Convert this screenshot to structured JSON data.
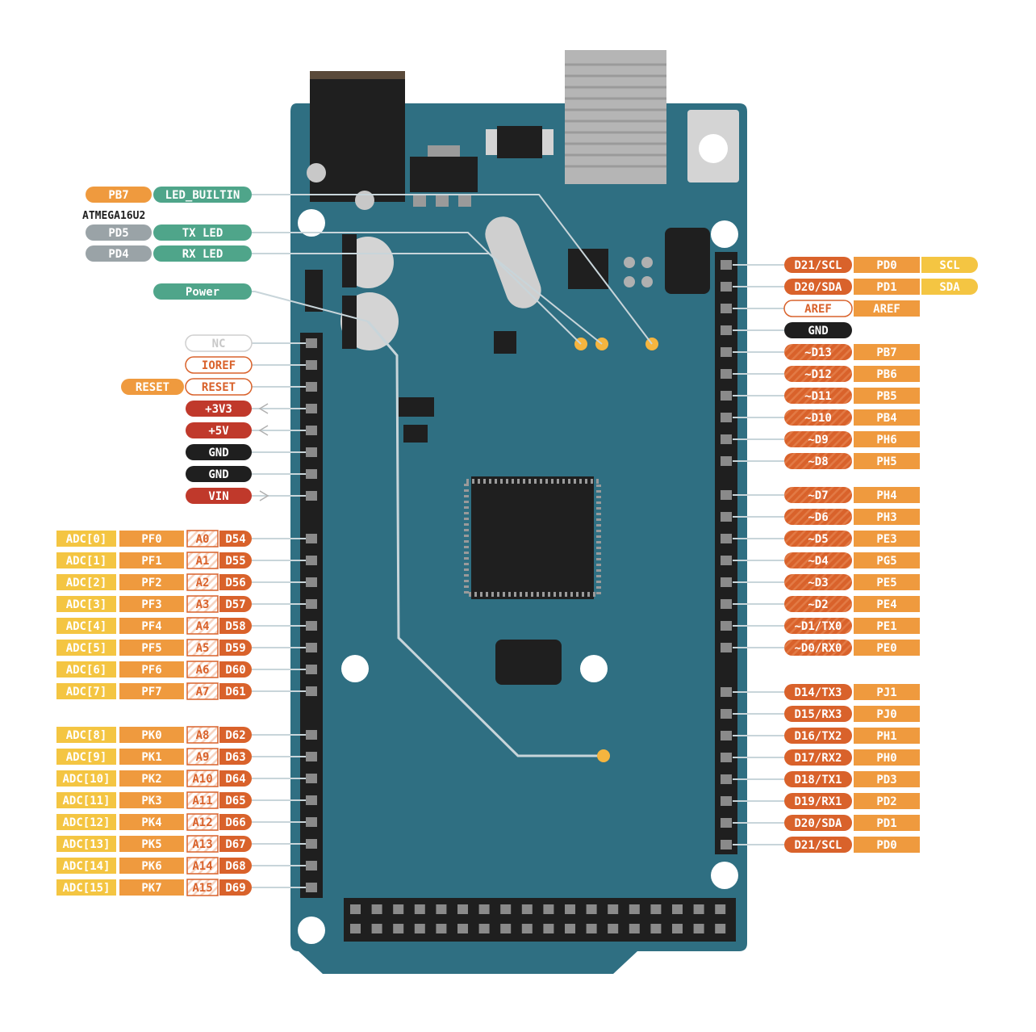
{
  "colors": {
    "board": "#2f6f82",
    "board_edge": "#25596a",
    "orange_dark": "#d9622b",
    "orange_light": "#ef9a3e",
    "yellow": "#f4c542",
    "gray": "#9aa3a7",
    "green": "#4fa58a",
    "red": "#c0392b",
    "black": "#1f1f1f",
    "led": "#f5b53f"
  },
  "top_left": [
    {
      "pins": [
        "PB7",
        "LED_BUILTIN"
      ],
      "kind": "led_builtin"
    },
    {
      "pins": [
        "PD5",
        "TX LED"
      ],
      "kind": "usb_led"
    },
    {
      "pins": [
        "PD4",
        "RX LED"
      ],
      "kind": "usb_led"
    },
    {
      "pins": [
        "Power"
      ],
      "kind": "power_led"
    }
  ],
  "atmega_label": "ATMEGA16U2",
  "power_header": [
    {
      "pins": [
        "NC"
      ],
      "style": "nc"
    },
    {
      "pins": [
        "IOREF"
      ],
      "style": "outline"
    },
    {
      "pins": [
        "RESET",
        "RESET"
      ],
      "style": "reset"
    },
    {
      "pins": [
        "+3V3"
      ],
      "style": "red",
      "arrow": "in"
    },
    {
      "pins": [
        "+5V"
      ],
      "style": "red",
      "arrow": "in"
    },
    {
      "pins": [
        "GND"
      ],
      "style": "black"
    },
    {
      "pins": [
        "GND"
      ],
      "style": "black"
    },
    {
      "pins": [
        "VIN"
      ],
      "style": "red",
      "arrow": "out"
    }
  ],
  "analog_header": [
    {
      "pins": [
        "ADC[0]",
        "PF0",
        "A0",
        "D54"
      ]
    },
    {
      "pins": [
        "ADC[1]",
        "PF1",
        "A1",
        "D55"
      ]
    },
    {
      "pins": [
        "ADC[2]",
        "PF2",
        "A2",
        "D56"
      ]
    },
    {
      "pins": [
        "ADC[3]",
        "PF3",
        "A3",
        "D57"
      ]
    },
    {
      "pins": [
        "ADC[4]",
        "PF4",
        "A4",
        "D58"
      ]
    },
    {
      "pins": [
        "ADC[5]",
        "PF5",
        "A5",
        "D59"
      ]
    },
    {
      "pins": [
        "ADC[6]",
        "PF6",
        "A6",
        "D60"
      ]
    },
    {
      "pins": [
        "ADC[7]",
        "PF7",
        "A7",
        "D61"
      ]
    },
    {
      "pins": [
        "ADC[8]",
        "PK0",
        "A8",
        "D62"
      ]
    },
    {
      "pins": [
        "ADC[9]",
        "PK1",
        "A9",
        "D63"
      ]
    },
    {
      "pins": [
        "ADC[10]",
        "PK2",
        "A10",
        "D64"
      ]
    },
    {
      "pins": [
        "ADC[11]",
        "PK3",
        "A11",
        "D65"
      ]
    },
    {
      "pins": [
        "ADC[12]",
        "PK4",
        "A12",
        "D66"
      ]
    },
    {
      "pins": [
        "ADC[13]",
        "PK5",
        "A13",
        "D67"
      ]
    },
    {
      "pins": [
        "ADC[14]",
        "PK6",
        "A14",
        "D68"
      ]
    },
    {
      "pins": [
        "ADC[15]",
        "PK7",
        "A15",
        "D69"
      ]
    }
  ],
  "right_upper": [
    {
      "pins": [
        "D21/SCL",
        "PD0",
        "SCL"
      ]
    },
    {
      "pins": [
        "D20/SDA",
        "PD1",
        "SDA"
      ]
    },
    {
      "pins": [
        "AREF",
        "AREF"
      ],
      "style": "aref"
    },
    {
      "pins": [
        "GND"
      ],
      "style": "black"
    },
    {
      "pins": [
        "~D13",
        "PB7"
      ]
    },
    {
      "pins": [
        "~D12",
        "PB6"
      ]
    },
    {
      "pins": [
        "~D11",
        "PB5"
      ]
    },
    {
      "pins": [
        "~D10",
        "PB4"
      ]
    },
    {
      "pins": [
        "~D9",
        "PH6"
      ]
    },
    {
      "pins": [
        "~D8",
        "PH5"
      ]
    }
  ],
  "right_middle": [
    {
      "pins": [
        "~D7",
        "PH4"
      ]
    },
    {
      "pins": [
        "~D6",
        "PH3"
      ]
    },
    {
      "pins": [
        "~D5",
        "PE3"
      ]
    },
    {
      "pins": [
        "~D4",
        "PG5"
      ]
    },
    {
      "pins": [
        "~D3",
        "PE5"
      ]
    },
    {
      "pins": [
        "~D2",
        "PE4"
      ]
    },
    {
      "pins": [
        "~D1/TX0",
        "PE1"
      ]
    },
    {
      "pins": [
        "~D0/RX0",
        "PE0"
      ]
    }
  ],
  "right_lower": [
    {
      "pins": [
        "D14/TX3",
        "PJ1"
      ]
    },
    {
      "pins": [
        "D15/RX3",
        "PJ0"
      ]
    },
    {
      "pins": [
        "D16/TX2",
        "PH1"
      ]
    },
    {
      "pins": [
        "D17/RX2",
        "PH0"
      ]
    },
    {
      "pins": [
        "D18/TX1",
        "PD3"
      ]
    },
    {
      "pins": [
        "D19/RX1",
        "PD2"
      ]
    },
    {
      "pins": [
        "D20/SDA",
        "PD1"
      ]
    },
    {
      "pins": [
        "D21/SCL",
        "PD0"
      ]
    }
  ]
}
